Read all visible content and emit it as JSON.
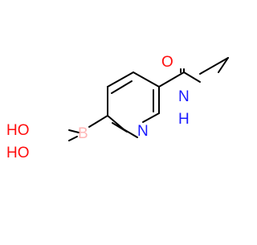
{
  "atoms": {
    "oxygen_carbonyl": {
      "label": "O",
      "color": "#ff0d0d"
    },
    "nitrogen_amide": {
      "label": "N",
      "color": "#1a1aff"
    },
    "hydrogen_amide": {
      "label": "H",
      "color": "#1a1aff"
    },
    "nitrogen_ring": {
      "label": "N",
      "color": "#1a1aff"
    },
    "boron": {
      "label": "B",
      "color": "#ffb5b5"
    },
    "hydroxyl_upper": {
      "label": "HO",
      "color": "#ff0d0d"
    },
    "hydroxyl_lower": {
      "label": "HO",
      "color": "#ff0d0d"
    }
  },
  "colors": {
    "bond": "#000000",
    "oxygen": "#ff0d0d",
    "nitrogen": "#1a1aff",
    "boron": "#ffb5b5"
  }
}
